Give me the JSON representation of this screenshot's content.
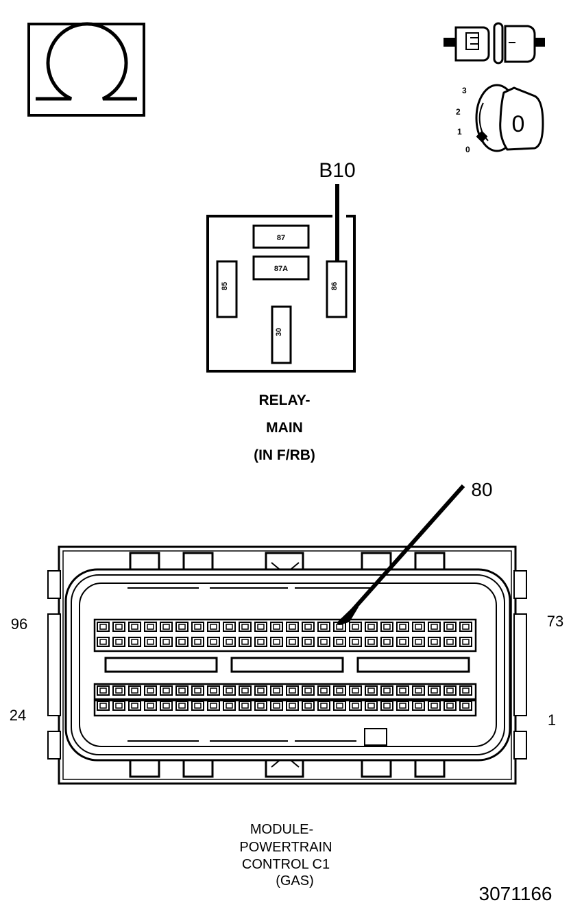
{
  "icons": {
    "ohmmeter": "omega-icon",
    "connector_unplugged": "disconnected-connector-icon",
    "ignition": "ignition-key-icon"
  },
  "ignition_positions": [
    "3",
    "2",
    "1",
    "0"
  ],
  "ignition_key_label": "0",
  "relay": {
    "pointer_label": "B10",
    "pins": {
      "p87": "87",
      "p87a": "87A",
      "p85": "85",
      "p86": "86",
      "p30": "30"
    },
    "caption_line1": "RELAY-",
    "caption_line2": "MAIN",
    "caption_line3": "(IN F/RB)"
  },
  "pcm": {
    "pointer_label": "80",
    "pin_top_left": "96",
    "pin_top_right": "73",
    "pin_bottom_left": "24",
    "pin_bottom_right": "1",
    "pins_per_row": 24,
    "caption_line1": "MODULE-",
    "caption_line2": "POWERTRAIN",
    "caption_line3": "CONTROL C1",
    "caption_line4": "(GAS)"
  },
  "figure_number": "3071166",
  "colors": {
    "line": "#000000",
    "background": "#ffffff"
  }
}
